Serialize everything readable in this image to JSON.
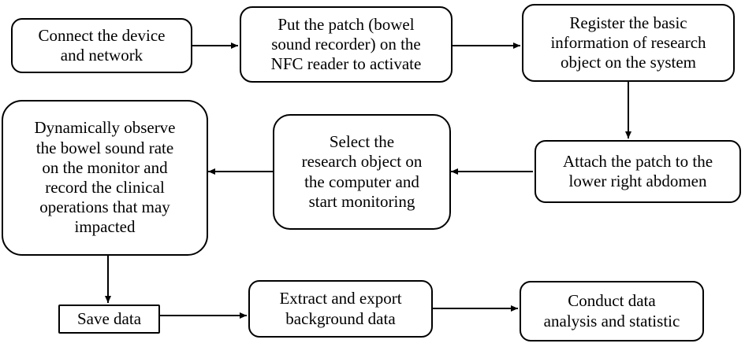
{
  "steps": {
    "connect": "Connect the device\nand network",
    "activate": "Put the patch (bowel\nsound recorder) on the\nNFC reader to activate",
    "register": "Register the basic\ninformation of research\nobject on the system",
    "attach": "Attach the patch to the\nlower right abdomen",
    "select": "Select the\nresearch object on\nthe computer and\nstart monitoring",
    "observe": "Dynamically observe\nthe bowel sound rate\non the monitor and\nrecord the clinical\noperations that may\nimpacted",
    "save": "Save data",
    "extract": "Extract and export\nbackground data",
    "analyze": "Conduct data\nanalysis and statistic"
  },
  "colors": {
    "stroke": "#000000",
    "fill": "#ffffff",
    "text": "#000000"
  }
}
